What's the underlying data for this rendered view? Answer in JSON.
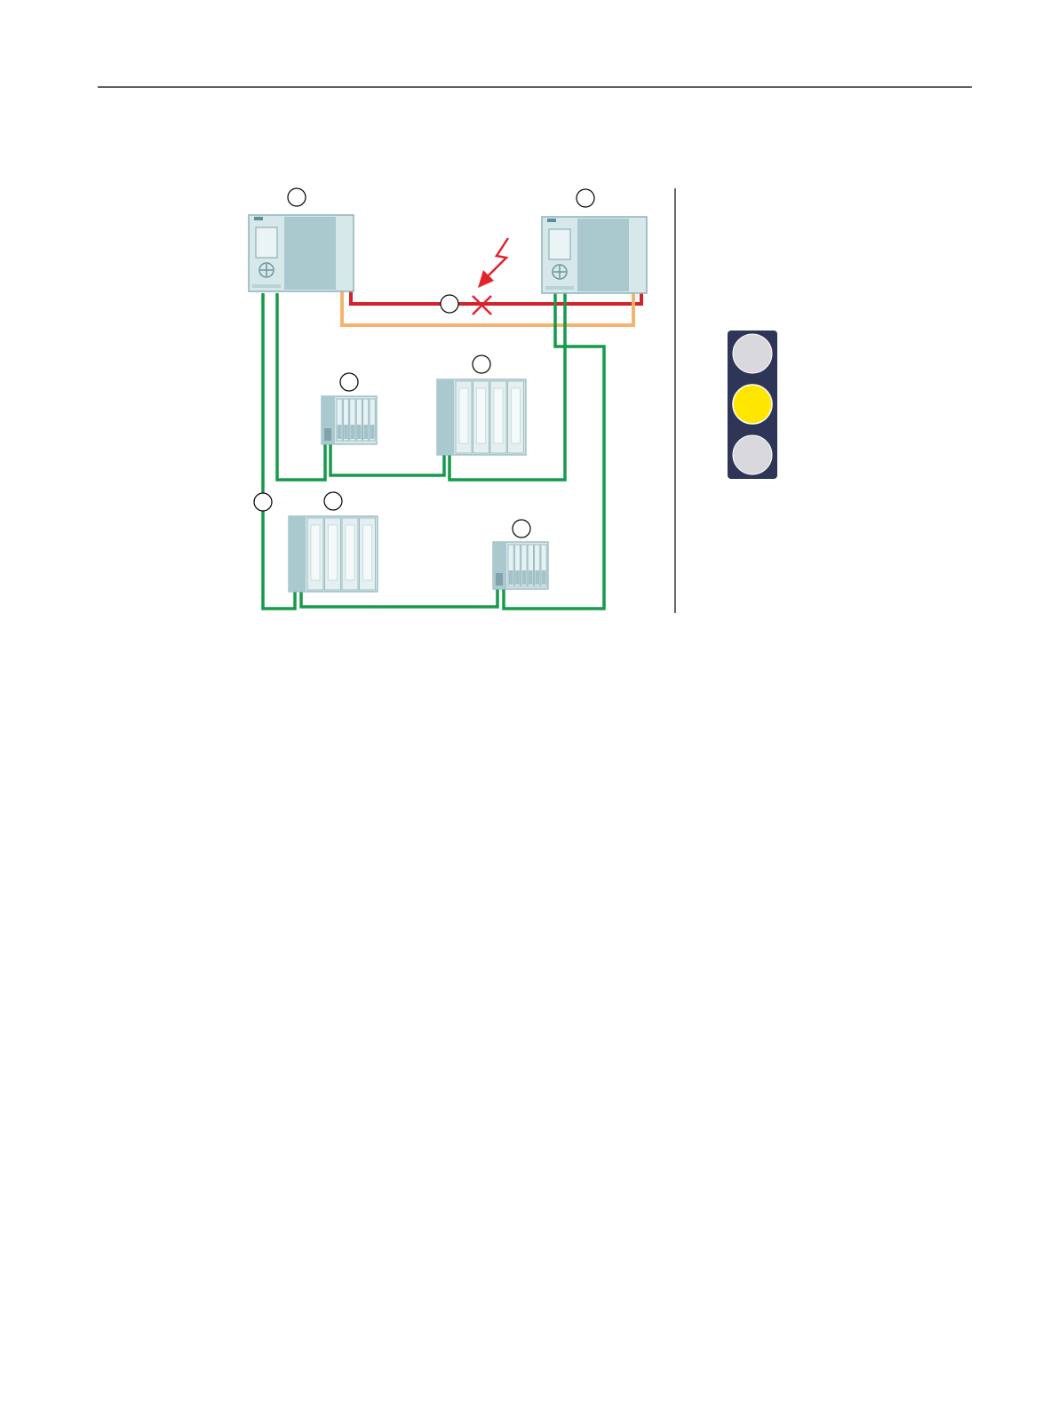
{
  "diagram": {
    "state_indicator": {
      "lamps": [
        {
          "name": "top",
          "on": false
        },
        {
          "name": "middle",
          "on": true
        },
        {
          "name": "bottom",
          "on": false
        }
      ]
    },
    "colors": {
      "device_frame": "#8fb3bb",
      "device_fill": "#d6e8ea",
      "device_face": "#a9c9cf",
      "sync_link_fault": "#d2232a",
      "sync_link_ok": "#f5b46e",
      "profinet": "#179a4c",
      "fault_marker": "#e2222b",
      "lamp_housing": "#2e3557",
      "lamp_off": "#d9d9dd",
      "lamp_on": "#ffe600"
    },
    "fault": {
      "icons": [
        "lightning-icon",
        "cross-icon"
      ]
    }
  }
}
